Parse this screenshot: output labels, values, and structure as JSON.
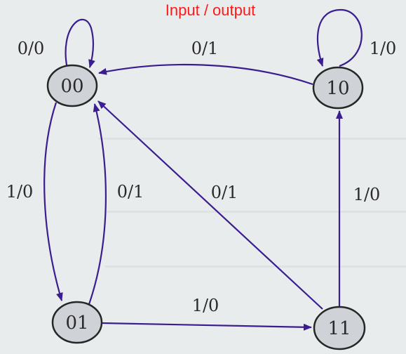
{
  "title": "Input / output",
  "states": [
    {
      "id": "s00",
      "label": "00"
    },
    {
      "id": "s10",
      "label": "10"
    },
    {
      "id": "s01",
      "label": "01"
    },
    {
      "id": "s11",
      "label": "11"
    }
  ],
  "transitions": [
    {
      "from": "00",
      "to": "00",
      "label": "0/0"
    },
    {
      "from": "10",
      "to": "10",
      "label": "1/0"
    },
    {
      "from": "10",
      "to": "00",
      "label": "0/1"
    },
    {
      "from": "00",
      "to": "01",
      "label": "1/0"
    },
    {
      "from": "01",
      "to": "00",
      "label": "0/1"
    },
    {
      "from": "11",
      "to": "00",
      "label": "0/1"
    },
    {
      "from": "11",
      "to": "10",
      "label": "1/0"
    },
    {
      "from": "01",
      "to": "11",
      "label": "1/0"
    }
  ],
  "colors": {
    "title": "#ff1a1a",
    "edge": "#3a1d8f",
    "node_fill": "#cfd2d6",
    "node_stroke": "#262626",
    "background": "#e9ecec"
  }
}
